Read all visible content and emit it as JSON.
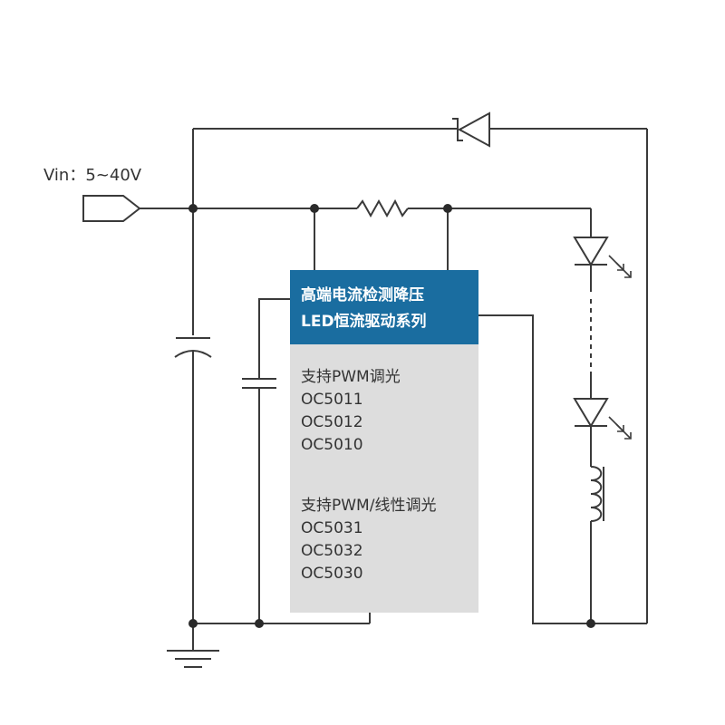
{
  "input": {
    "label": "Vin：5~40V"
  },
  "chip": {
    "header": [
      "高端电流检测降压",
      "LED恒流驱动系列"
    ],
    "group1": {
      "title": "支持PWM调光",
      "parts": [
        "OC5011",
        "OC5012",
        "OC5010"
      ]
    },
    "group2": {
      "title": "支持PWM/线性调光",
      "parts": [
        "OC5031",
        "OC5032",
        "OC5030"
      ]
    }
  },
  "colors": {
    "header": "#1a6da0",
    "body": "#dddddd",
    "wire": "#3a3a3a",
    "text": "#333333"
  }
}
